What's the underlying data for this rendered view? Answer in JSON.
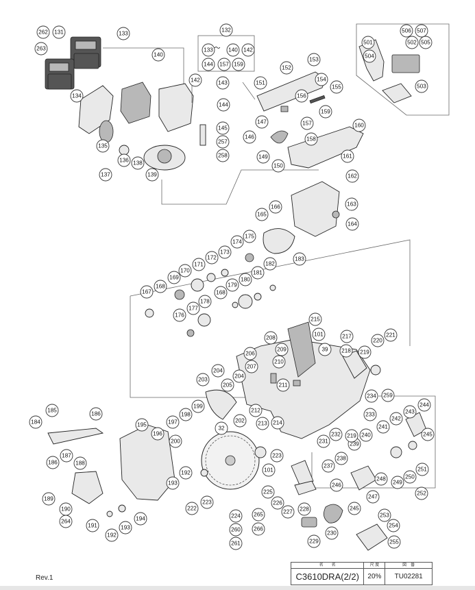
{
  "revision": "Rev.1",
  "title_block": {
    "model_header": "名　　名",
    "scale_header": "尺 度",
    "drawing_header": "図　番",
    "model": "C3610DRA(2/2)",
    "scale": "20%",
    "drawing_number": "TU02281"
  },
  "legend": {
    "range_sep": "〜"
  },
  "callouts": [
    "262",
    "131",
    "263",
    "133",
    "140",
    "134",
    "135",
    "136",
    "137",
    "138",
    "139",
    "132",
    "133",
    "140",
    "142",
    "144",
    "157",
    "159",
    "142",
    "143",
    "144",
    "145",
    "257",
    "258",
    "151",
    "152",
    "153",
    "154",
    "155",
    "156",
    "147",
    "157",
    "159",
    "146",
    "149",
    "150",
    "158",
    "160",
    "161",
    "501",
    "504",
    "506",
    "507",
    "502",
    "505",
    "503",
    "162",
    "163",
    "164",
    "165",
    "166",
    "183",
    "175",
    "174",
    "173",
    "172",
    "171",
    "170",
    "169",
    "168",
    "167",
    "176",
    "177",
    "178",
    "168",
    "179",
    "180",
    "181",
    "182",
    "215",
    "101",
    "39",
    "217",
    "218",
    "219",
    "220",
    "221",
    "208",
    "206",
    "209",
    "207",
    "210",
    "204",
    "204",
    "203",
    "205",
    "211",
    "212",
    "213",
    "214",
    "233",
    "234",
    "259",
    "185",
    "184",
    "186",
    "187",
    "188",
    "186",
    "195",
    "196",
    "197",
    "198",
    "199",
    "200",
    "32",
    "202",
    "189",
    "190",
    "264",
    "191",
    "192",
    "193",
    "194",
    "192",
    "193",
    "222",
    "223",
    "224",
    "260",
    "261",
    "223",
    "101",
    "225",
    "226",
    "227",
    "228",
    "265",
    "266",
    "229",
    "230",
    "232",
    "231",
    "237",
    "238",
    "239",
    "240",
    "241",
    "242",
    "243",
    "244",
    "245",
    "219",
    "246",
    "247",
    "248",
    "249",
    "250",
    "251",
    "252",
    "245",
    "253",
    "254",
    "255"
  ]
}
